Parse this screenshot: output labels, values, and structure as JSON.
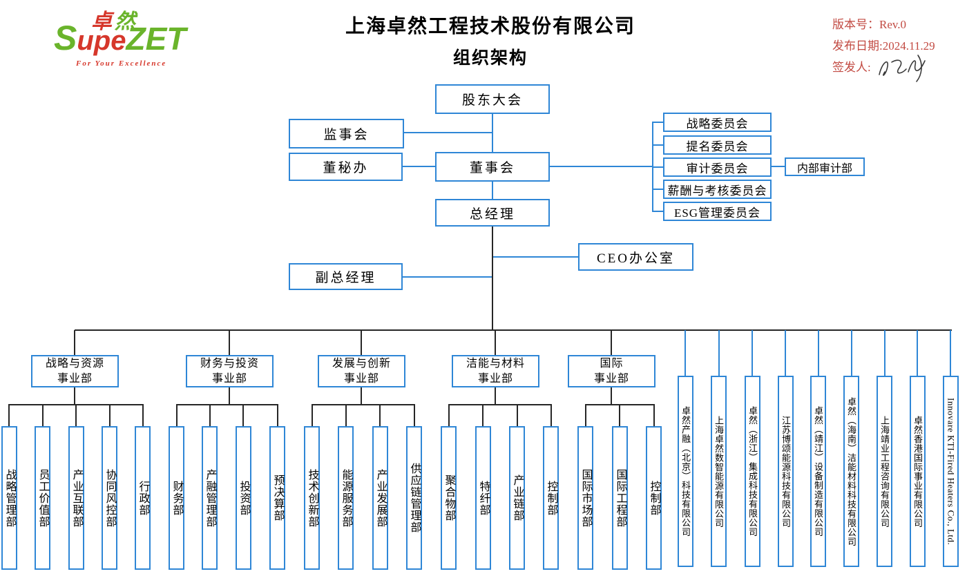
{
  "header": {
    "logo": {
      "cn_char1": "卓",
      "cn_char2": "然",
      "en_s": "S",
      "en_upe": "upe",
      "en_zet": "ZET",
      "tagline": "For Your Excellence"
    },
    "title_line1": "上海卓然工程技术股份有限公司",
    "title_line2": "组织架构",
    "meta": {
      "version_label": "版本号：",
      "version_value": "Rev.0",
      "date_label": "发布日期:",
      "date_value": "2024.11.29",
      "signer_label": "签发人:"
    }
  },
  "org": {
    "shareholders": "股东大会",
    "supervisory_board": "监事会",
    "board_secretary_office": "董秘办",
    "board": "董事会",
    "general_manager": "总经理",
    "ceo_office": "CEO办公室",
    "deputy_general_manager": "副总经理",
    "internal_audit": "内部审计部",
    "committees": [
      "战略委员会",
      "提名委员会",
      "审计委员会",
      "薪酬与考核委员会",
      "ESG管理委员会"
    ],
    "divisions": [
      "战略与资源\n事业部",
      "财务与投资\n事业部",
      "发展与创新\n事业部",
      "洁能与材料\n事业部",
      "国际\n事业部"
    ],
    "departments": [
      "战略管理部",
      "员工价值部",
      "产业互联部",
      "协同风控部",
      "行政部",
      "财务部",
      "产融管理部",
      "投资部",
      "预决算部",
      "技术创新部",
      "能源服务部",
      "产业发展部",
      "供应链管理部",
      "聚合物部",
      "特纤部",
      "产业链部",
      "控制部",
      "国际市场部",
      "国际工程部",
      "控制部"
    ],
    "subsidiaries": [
      "卓然产融（北京）科技有限公司",
      "上海卓然数智能源有限公司",
      "卓然（浙江）集成科技有限公司",
      "江苏博颂能源科技有限公司",
      "卓然（靖江）设备制造有限公司",
      "卓然（海南）洁能材料科技有限公司",
      "上海靖业工程咨询有限公司",
      "卓然香港国际事业有限公司",
      "Innovare KTI-Fired Heaters Co., Ltd."
    ]
  },
  "colors": {
    "line_blue": "#2e86d6",
    "line_black": "#262626",
    "accent_red": "#c24a42",
    "logo_green": "#6ab42b",
    "logo_red": "#d6372b"
  }
}
